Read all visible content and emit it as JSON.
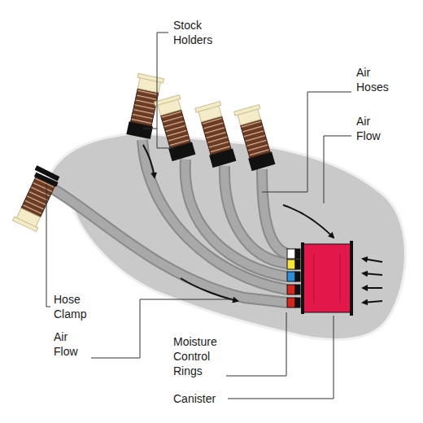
{
  "diagram": {
    "labels": [
      "Stock Holders",
      "Air Hoses",
      "Air Flow",
      "Hose Clamp",
      "Air Flow",
      "Moisture Control Rings",
      "Canister"
    ]
  }
}
